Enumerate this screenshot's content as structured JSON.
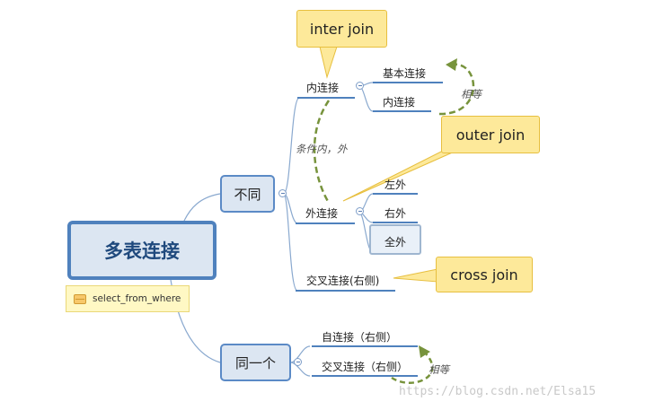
{
  "root": {
    "label": "多表连接"
  },
  "note": {
    "text": "select_from_where"
  },
  "branches": {
    "different": {
      "label": "不同"
    },
    "same": {
      "label": "同一个"
    }
  },
  "nodes": {
    "inner_join": "内连接",
    "basic_join": "基本连接",
    "inner_join_child": "内连接",
    "outer_join": "外连接",
    "left_outer": "左外",
    "right_outer": "右外",
    "full_outer": "全外",
    "cross_join_right": "交叉连接(右侧)",
    "self_join_right": "自连接（右侧）",
    "cross_join_right_same": "交叉连接（右侧）"
  },
  "callouts": {
    "inter_join": "inter join",
    "outer_join": "outer join",
    "cross_join": "cross join"
  },
  "relations": {
    "equal_top": "相等",
    "condition": "条件内，外",
    "equal_bottom": "相等"
  },
  "watermark": "https://blog.csdn.net/Elsa15",
  "colors": {
    "accent": "#4f81bd",
    "node_fill": "#dce6f2",
    "callout_fill": "#fde99a",
    "relation_stroke": "#77933c"
  }
}
